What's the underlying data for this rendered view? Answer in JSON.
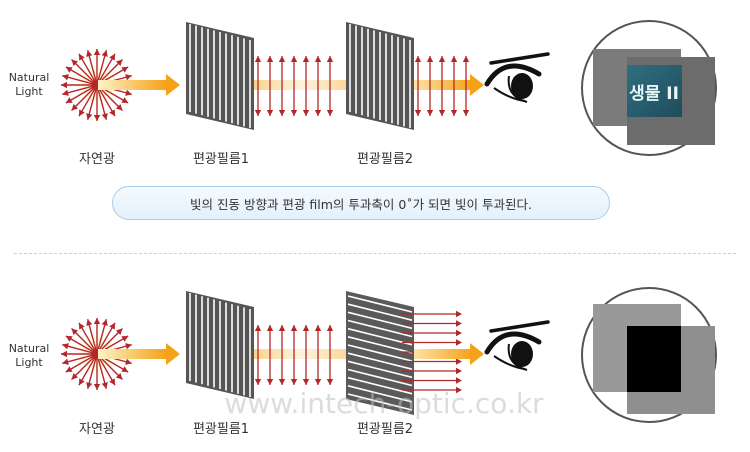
{
  "top": {
    "source_label_line1": "Natural",
    "source_label_line2": "Light",
    "natural_light_caption": "자연광",
    "film1_caption": "편광필름1",
    "film2_caption": "편광필름2",
    "screen_text": "생물 II"
  },
  "caption": "빛의 진동 방향과 편광 film의 투과축이 0˚가 되면 빛이 투과된다.",
  "bottom": {
    "source_label_line1": "Natural",
    "source_label_line2": "Light",
    "natural_light_caption": "자연광",
    "film1_caption": "편광필름1",
    "film2_caption": "편광필름2"
  },
  "watermark": "www.intech-optic.co.kr",
  "colors": {
    "arrow_red": "#b5262a",
    "beam_orange": "#f5a21a",
    "film_gray": "#4a4a4a",
    "caption_border": "#a9cde8"
  }
}
